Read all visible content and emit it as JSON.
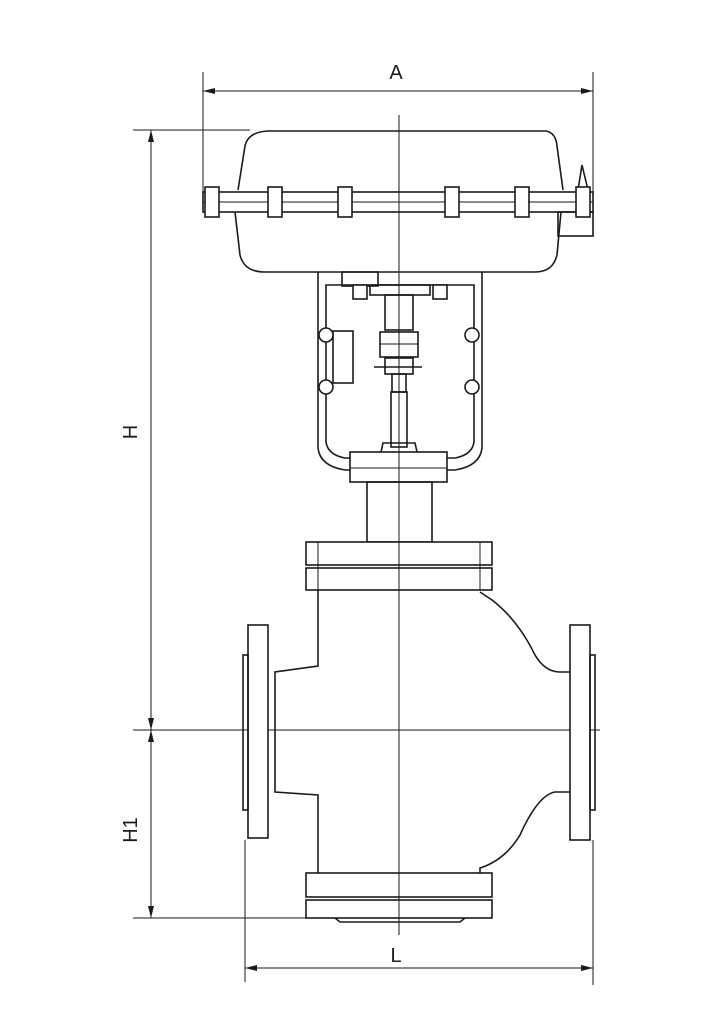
{
  "drawing": {
    "dimensions": {
      "width_label": "A",
      "height_label": "H",
      "lower_height_label": "H1",
      "length_label": "L"
    },
    "colors": {
      "line": "#1a1a1a",
      "background": "#ffffff"
    }
  }
}
